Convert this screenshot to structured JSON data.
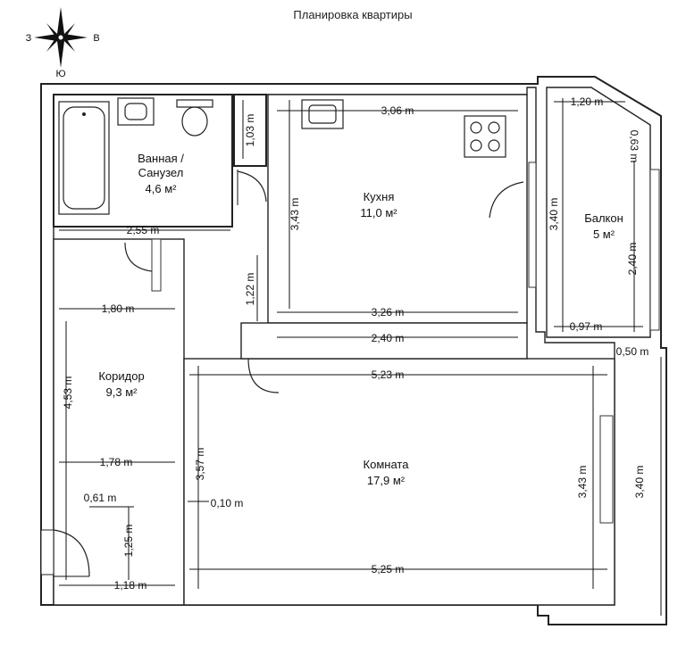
{
  "title": "Планировка квартиры",
  "compass": {
    "west": "З",
    "east": "В",
    "south": "Ю"
  },
  "rooms": {
    "bathroom": {
      "name_line1": "Ванная /",
      "name_line2": "Санузел",
      "area": "4,6 м²"
    },
    "kitchen": {
      "name": "Кухня",
      "area": "11,0 м²"
    },
    "balcony": {
      "name": "Балкон",
      "area": "5 м²"
    },
    "corridor": {
      "name": "Коридор",
      "area": "9,3 м²"
    },
    "room": {
      "name": "Комната",
      "area": "17,9 м²"
    }
  },
  "dimensions": {
    "kitchen_top": "3,06 m",
    "bath_niche": "1,03 m",
    "kitchen_height": "3,43 m",
    "bath_width": "2,55 m",
    "kitchen_small": "1,22 m",
    "kitchen_bottom": "3,26 m",
    "passage": "2,40 m",
    "balcony_top": "1,20 m",
    "balcony_diag": "0,63 m",
    "balcony_height": "3,40 m",
    "balcony_side": "2,40 m",
    "balcony_bottom": "0,97 m",
    "balcony_edge": "0,50 m",
    "corridor_top": "1,80 m",
    "corridor_height": "4,53 m",
    "corridor_mid": "1,78 m",
    "corridor_small": "0,61 m",
    "corridor_vert": "1,25 m",
    "corridor_bottom": "1,18 m",
    "room_top": "5,23 m",
    "room_left": "3,57 m",
    "room_right": "3,43 m",
    "room_outer": "3,40 m",
    "room_gap": "0,10 m",
    "room_bottom": "5,25 m"
  }
}
